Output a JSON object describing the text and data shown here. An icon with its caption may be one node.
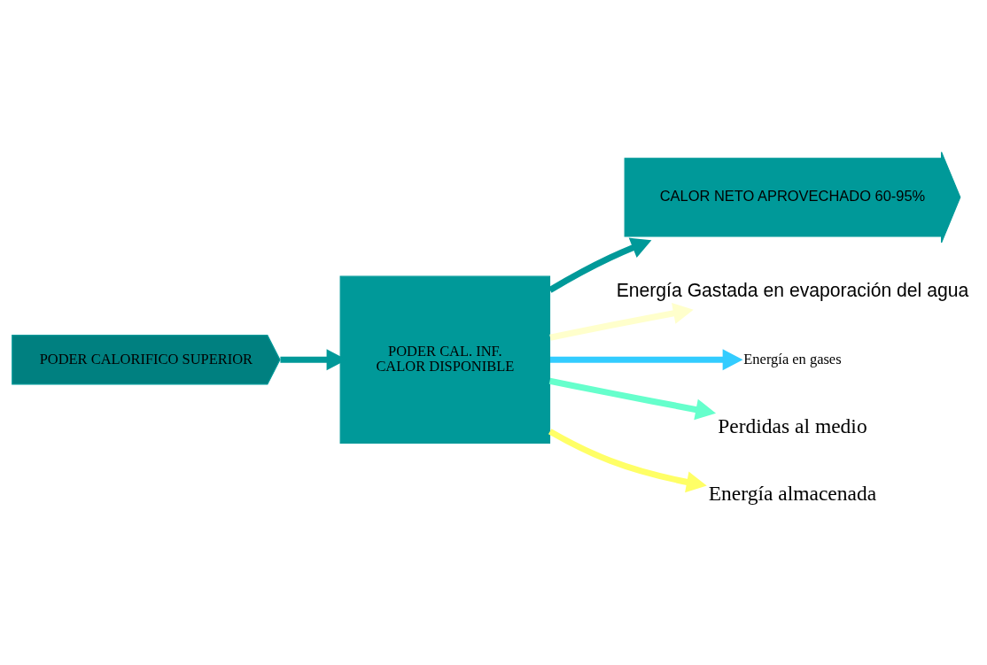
{
  "diagram": {
    "nodes": [
      {
        "text": [
          "PODER CALORIFICO SUPERIOR"
        ]
      },
      {
        "text": [
          "PODER CAL. INF.",
          "CALOR DISPONIBLE"
        ]
      },
      {
        "text": [
          "CALOR NETO APROVECHADO 60-95%"
        ]
      },
      {
        "text": [
          "Energía Gastada en evaporación del agua"
        ]
      },
      {
        "text": [
          "Energía en gases"
        ]
      },
      {
        "text": [
          "Perdidas al medio"
        ]
      },
      {
        "text": [
          "Energía almacenada"
        ]
      }
    ],
    "edges": [
      {
        "from": 0,
        "to": 1,
        "arrow": "to",
        "color": "#009999"
      },
      {
        "from": 1,
        "to": 2,
        "arrow": "to",
        "color": "#009999"
      },
      {
        "from": 1,
        "to": 3,
        "arrow": "to",
        "color": "#ffffcc"
      },
      {
        "from": 1,
        "to": 4,
        "arrow": "to",
        "color": "#33ccff"
      },
      {
        "from": 1,
        "to": 5,
        "arrow": "to",
        "color": "#66ffcc"
      },
      {
        "from": 1,
        "to": 6,
        "arrow": "to",
        "color": "#ffff66"
      }
    ]
  }
}
